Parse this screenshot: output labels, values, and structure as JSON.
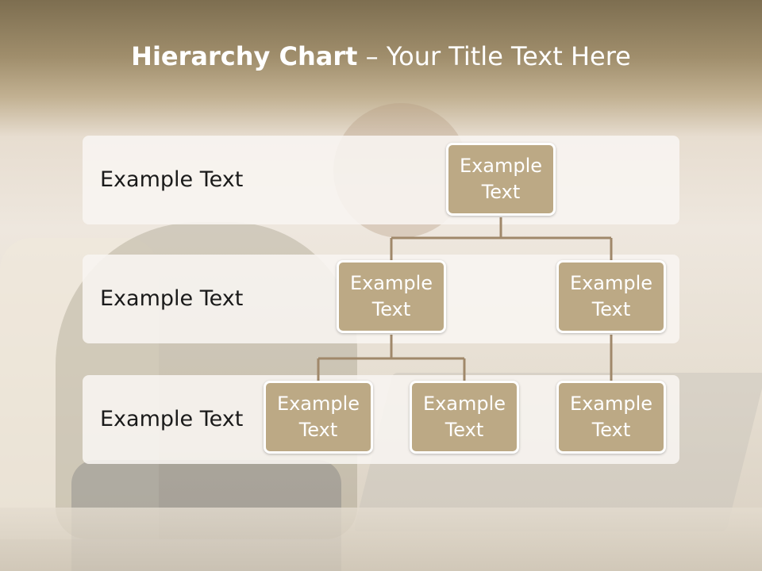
{
  "title": {
    "bold": "Hierarchy Chart",
    "rest": " – Your Title Text Here"
  },
  "levels": [
    {
      "label": "Example Text"
    },
    {
      "label": "Example Text"
    },
    {
      "label": "Example Text"
    }
  ],
  "nodes": {
    "root": "Example Text",
    "level2": [
      "Example Text",
      "Example Text"
    ],
    "level3": [
      "Example Text",
      "Example Text",
      "Example Text"
    ]
  },
  "colors": {
    "node_fill": "#bca985",
    "connector": "#a0886a",
    "band": "#f8f5f1"
  }
}
